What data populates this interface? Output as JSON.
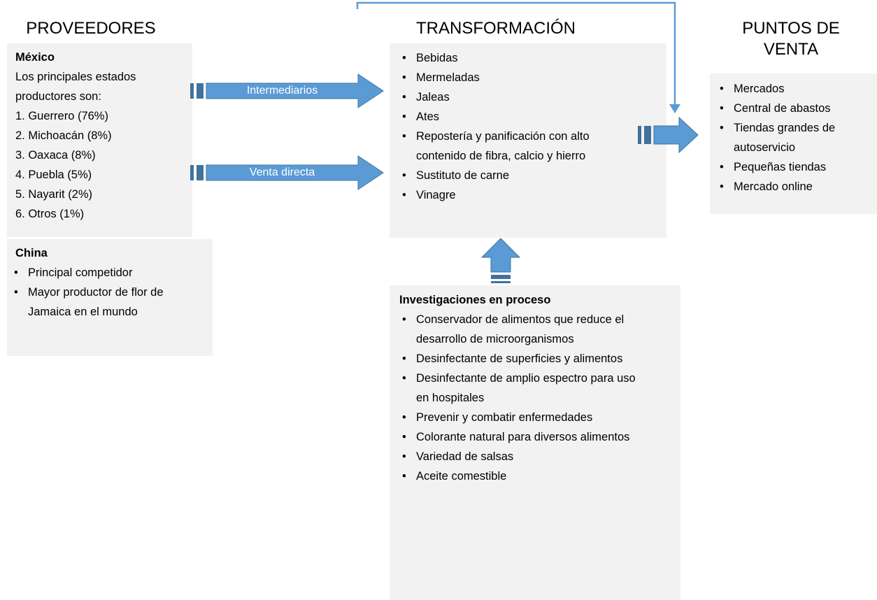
{
  "colors": {
    "accent": "#5B9BD5",
    "accent_dark": "#41719C",
    "box_bg": "#F2F2F2",
    "page_bg": "#FFFFFF",
    "text": "#000000",
    "arrow_label_text": "#FFFFFF"
  },
  "titles": {
    "proveedores": "PROVEEDORES",
    "transformacion": "TRANSFORMACIÓN",
    "puntos_de_venta": "PUNTOS DE VENTA"
  },
  "proveedores": {
    "mexico": {
      "heading": "México",
      "intro": "Los principales estados productores son:",
      "producers": [
        "1. Guerrero (76%)",
        "2. Michoacán (8%)",
        "3. Oaxaca (8%)",
        "4. Puebla (5%)",
        "5. Nayarit (2%)",
        "6. Otros (1%)"
      ]
    },
    "china": {
      "heading": "China",
      "bullets": [
        "Principal competidor",
        "Mayor productor de flor de Jamaica en el mundo"
      ]
    }
  },
  "transformacion": {
    "products": [
      "Bebidas",
      "Mermeladas",
      "Jaleas",
      "Ates",
      "Repostería y panificación con alto contenido de fibra, calcio y hierro",
      "Sustituto de carne",
      "Vinagre"
    ],
    "research": {
      "heading": "Investigaciones en proceso",
      "bullets": [
        "Conservador de alimentos que reduce el desarrollo de microorganismos",
        "Desinfectante de superficies y alimentos",
        "Desinfectante de amplio espectro para uso en hospitales",
        "Prevenir y combatir enfermedades",
        "Colorante natural para diversos alimentos",
        "Variedad de salsas",
        "Aceite comestible"
      ]
    }
  },
  "puntos_de_venta": {
    "bullets": [
      "Mercados",
      "Central de abastos",
      "Tiendas grandes de autoservicio",
      "Pequeñas tiendas",
      "Mercado online"
    ]
  },
  "arrows": {
    "intermediarios": "Intermediarios",
    "venta_directa": "Venta directa"
  }
}
